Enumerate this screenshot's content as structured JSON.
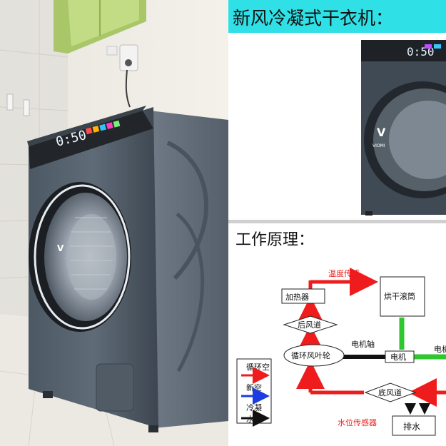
{
  "left_photo": {
    "display_time": "0:50",
    "brand_logo": "V"
  },
  "right_panel": {
    "title": "新风冷凝式干衣机：",
    "product_display": "0:50",
    "product_brand": "VIOMI",
    "section_title": "工作原理：",
    "diagram": {
      "heater": "加热器",
      "temp_sensor": "温度传感",
      "drum": "烘干滚筒",
      "rear_duct": "后风道",
      "fan": "循环风叶轮",
      "motor_shaft": "电机轴",
      "motor": "电机",
      "motor_shaft_right": "电机轴",
      "bottom_duct": "底风道",
      "water_sensor": "水位传感器",
      "drain": "排水",
      "legend_circulate": "循环空",
      "legend_fresh": "新空",
      "legend_condense": "冷凝",
      "legend_water": "水"
    },
    "colors": {
      "hot_air": "#ee1c1c",
      "fresh_air": "#1a3ce0",
      "motor_link": "#2ec72e",
      "title_bg": "#2fe0e6"
    }
  }
}
